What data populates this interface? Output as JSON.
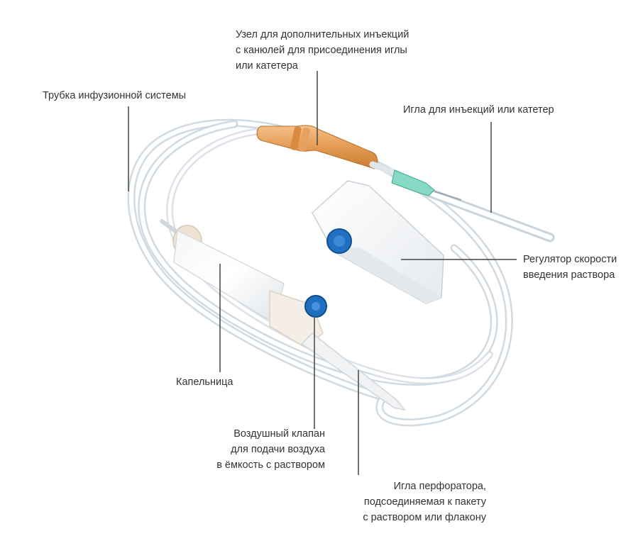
{
  "labels": {
    "injection_port": [
      "Узел для дополнительных инъекций",
      "с канюлей для присоединения иглы",
      "или катетера"
    ],
    "tubing": [
      "Трубка инфузионной системы"
    ],
    "needle": [
      "Игла для инъекций или катетер"
    ],
    "flow_regulator": [
      "Регулятор скорости",
      "введения раствора"
    ],
    "drip_chamber": [
      "Капельница"
    ],
    "air_valve": [
      "Воздушный клапан",
      "для подачи воздуха",
      "в ёмкость с раствором"
    ],
    "spike": [
      "Игла перфоратора,",
      "подсоединяемая к пакету",
      "с раствором или флакону"
    ]
  },
  "colors": {
    "tube": "#cfd8e0",
    "injection_port": "#e8a25a",
    "needle_hub": "#7fd6c0",
    "valve_cap": "#1f6fc0",
    "leader_line": "#444444"
  }
}
